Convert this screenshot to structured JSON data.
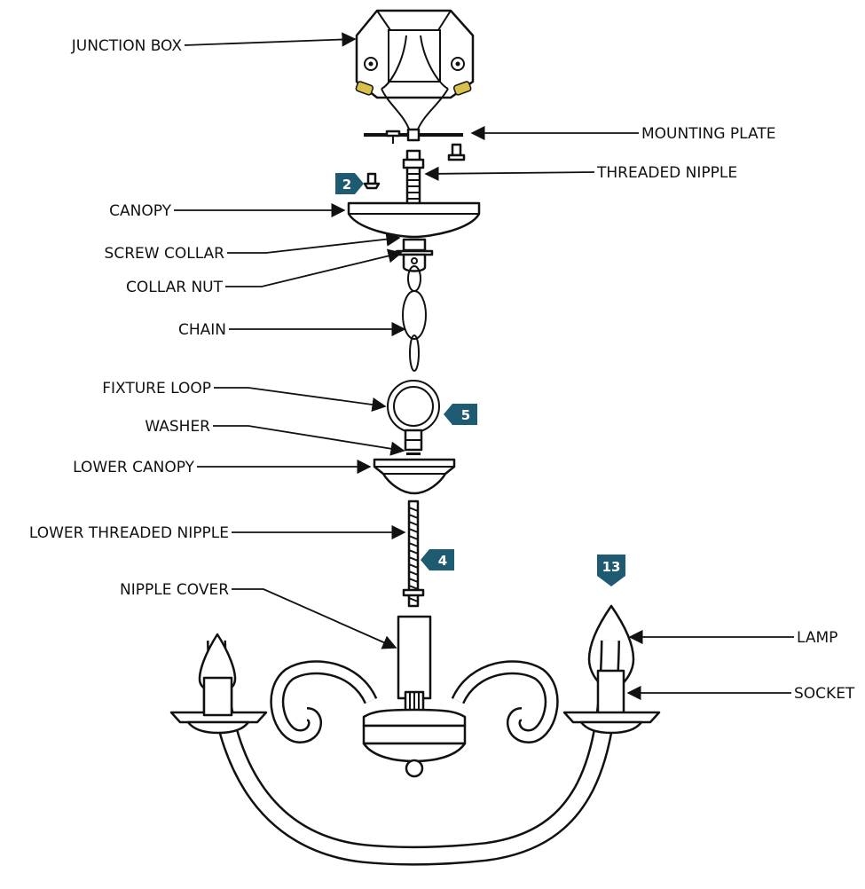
{
  "labels": {
    "junction_box": "JUNCTION BOX",
    "mounting_plate": "MOUNTING PLATE",
    "threaded_nipple": "THREADED NIPPLE",
    "canopy": "CANOPY",
    "screw_collar": "SCREW COLLAR",
    "collar_nut": "COLLAR NUT",
    "chain": "CHAIN",
    "fixture_loop": "FIXTURE LOOP",
    "washer": "WASHER",
    "lower_canopy": "LOWER CANOPY",
    "lower_threaded_nipple": "LOWER THREADED NIPPLE",
    "nipple_cover": "NIPPLE COVER",
    "lamp": "LAMP",
    "socket": "SOCKET"
  },
  "badges": {
    "step_2": "2",
    "step_5": "5",
    "step_4": "4",
    "step_13": "13"
  },
  "colors": {
    "line": "#111111",
    "badge": "#1f5a73",
    "wire_nut": "#d8c04a"
  }
}
